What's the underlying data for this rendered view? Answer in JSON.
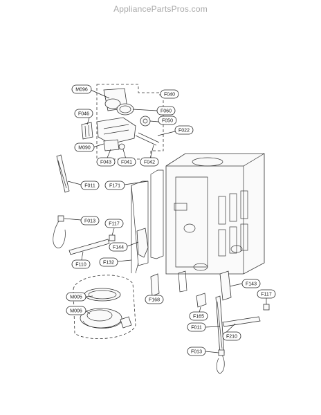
{
  "watermark": "AppliancePartsPros.com",
  "labels": {
    "M096": "M096",
    "F040": "F040",
    "F046": "F046",
    "F060": "F060",
    "F050": "F050",
    "F022": "F022",
    "M090": "M090",
    "F043": "F043",
    "F041": "F041",
    "F042": "F042",
    "F011a": "F011",
    "F171": "F171",
    "F013a": "F013",
    "F117a": "F117",
    "F144": "F144",
    "F110": "F110",
    "F132": "F132",
    "M005": "M005",
    "M006": "M006",
    "F168": "F168",
    "F143": "F143",
    "F117b": "F117",
    "F165": "F165",
    "F011b": "F011",
    "F210": "F210",
    "F013b": "F013"
  }
}
